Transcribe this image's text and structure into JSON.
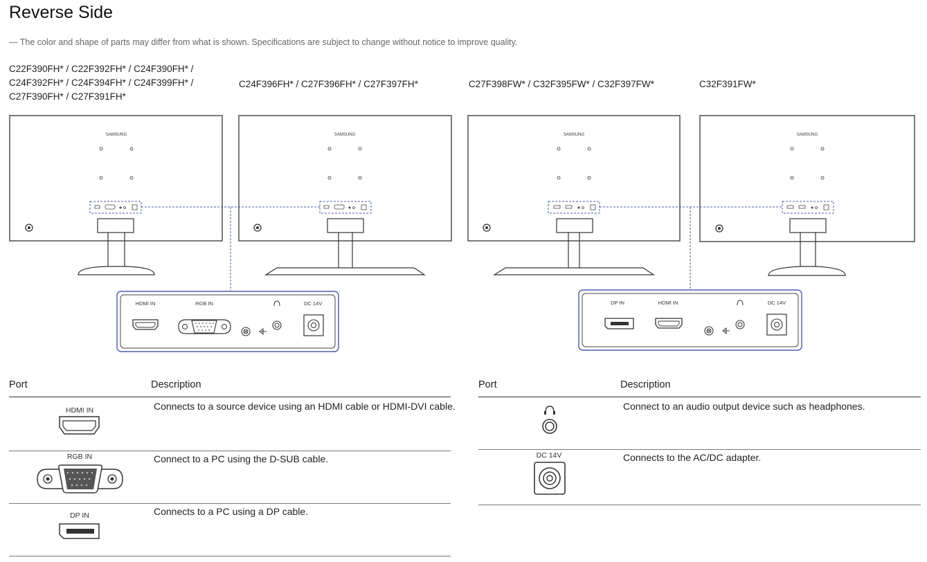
{
  "page": {
    "title": "Reverse Side",
    "note": "The color and shape of parts may differ from what is shown. Specifications are subject to change without notice to improve quality."
  },
  "models": [
    {
      "lines": [
        "C22F390FH* / C22F392FH* / C24F390FH* /",
        "C24F392FH* / C24F394FH* / C24F399FH* /",
        "C27F390FH* / C27F391FH*"
      ]
    },
    {
      "lines": [
        "C24F396FH* / C27F396FH* / C27F397FH*"
      ]
    },
    {
      "lines": [
        "C27F398FW* / C32F395FW* / C32F397FW*"
      ]
    },
    {
      "lines": [
        "C32F391FW*"
      ]
    }
  ],
  "diagram": {
    "brand": "SAMSUNG",
    "panel_left": {
      "ports": [
        "HDMI IN",
        "RGB IN",
        "headphone-icon",
        "DC 14V"
      ]
    },
    "panel_right": {
      "ports": [
        "DP IN",
        "HDMI IN",
        "headphone-icon",
        "DC 14V"
      ]
    },
    "labels": {
      "hdmi": "HDMI IN",
      "rgb": "RGB IN",
      "dp": "DP IN",
      "dc": "DC 14V"
    }
  },
  "tables": {
    "header_port": "Port",
    "header_description": "Description",
    "left_rows": [
      {
        "port_label": "HDMI IN",
        "port_icon": "hdmi-port-icon",
        "description": "Connects to a source device using an HDMI cable or HDMI-DVI cable."
      },
      {
        "port_label": "RGB IN",
        "port_icon": "vga-port-icon",
        "description": "Connect to a PC using the D-SUB cable."
      },
      {
        "port_label": "DP IN",
        "port_icon": "displayport-icon",
        "description": "Connects to a PC using a DP cable."
      }
    ],
    "right_rows": [
      {
        "port_label": "",
        "port_icon": "headphone-jack-icon",
        "description": "Connect to an audio output device such as headphones."
      },
      {
        "port_label": "DC 14V",
        "port_icon": "dc-power-port-icon",
        "description": "Connects to the AC/DC adapter."
      }
    ]
  }
}
